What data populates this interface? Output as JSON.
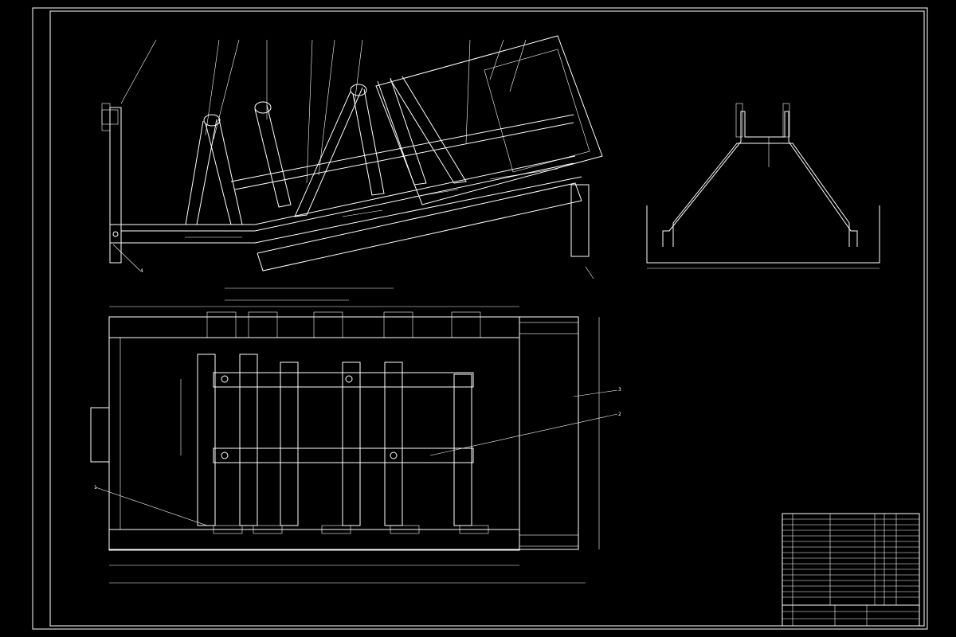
{
  "drawing": {
    "side_view_label": "",
    "detail_caption": "",
    "requirements_title": "",
    "requirements": [
      "",
      "",
      "",
      "",
      "",
      "",
      ""
    ],
    "balloon_1": "1",
    "balloon_2": "2",
    "balloon_3": "3",
    "balloon_4": "4"
  }
}
